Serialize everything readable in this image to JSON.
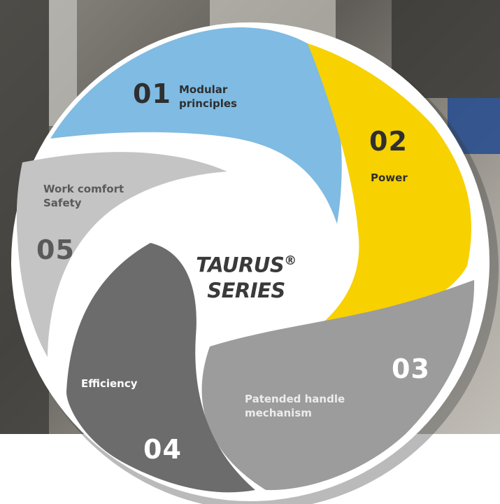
{
  "center": {
    "title_line1": "TAURUS",
    "reg_mark": "®",
    "title_line2": "SERIES"
  },
  "segments": [
    {
      "number": "01",
      "label_line1": "Modular",
      "label_line2": "principles",
      "color": "#7fbbe2",
      "text_color": "#2f2f2f"
    },
    {
      "number": "02",
      "label_line1": "Power",
      "color": "#f7d100",
      "text_color": "#2f2f2f"
    },
    {
      "number": "03",
      "label_line1": "Patended handle",
      "label_line2": "mechanism",
      "color": "#9c9c9c",
      "text_color": "#ffffff",
      "label_color": "#ececec"
    },
    {
      "number": "04",
      "label_line1": "Efficiency",
      "color": "#6c6c6c",
      "text_color": "#ffffff"
    },
    {
      "number": "05",
      "label_line1": "Work comfort",
      "label_line2": "Safety",
      "color": "#c4c4c4",
      "text_color": "#5a5a5a"
    }
  ],
  "colors": {
    "disc": "#ffffff",
    "photo_dark": "#4a4845",
    "photo_light": "#a29f98"
  }
}
